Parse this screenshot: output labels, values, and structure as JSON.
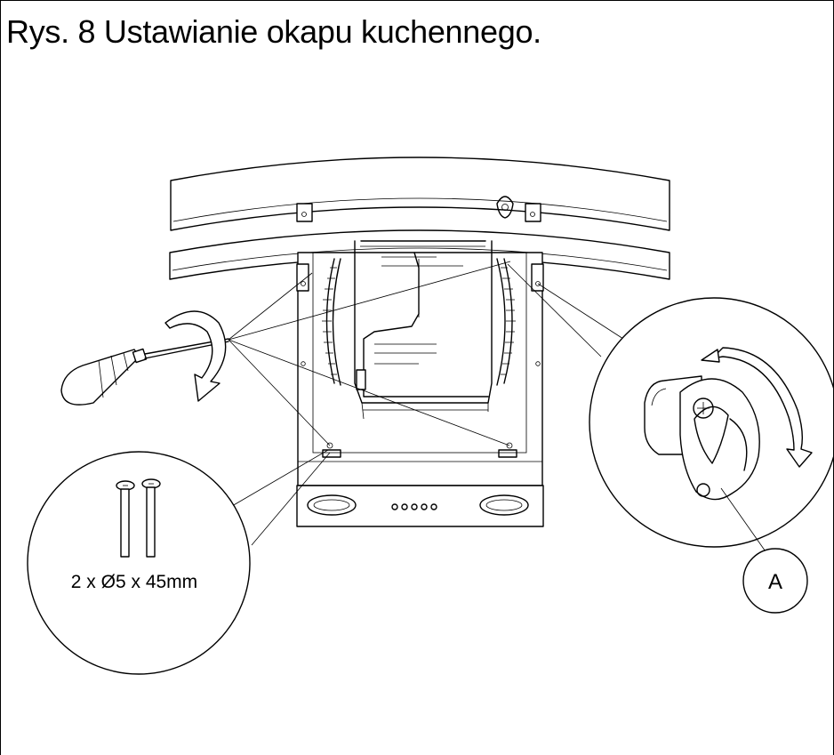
{
  "figure": {
    "title": "Rys. 8 Ustawianie okapu kuchennego.",
    "screw_spec": "2 x Ø5 x 45mm",
    "bracket_label": "A"
  },
  "icons": [
    "screwdriver-icon",
    "rotate-arrow-icon",
    "screw-icon",
    "bracket-icon",
    "curved-double-arrow-icon"
  ]
}
